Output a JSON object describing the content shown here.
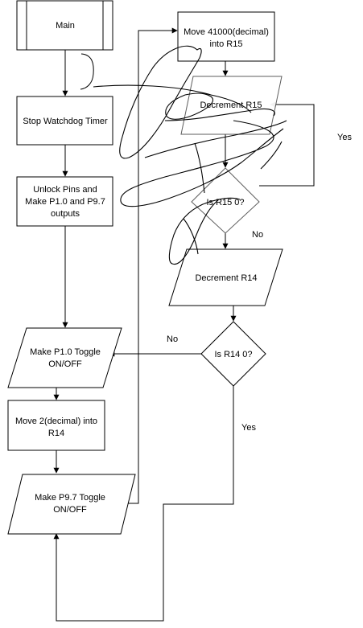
{
  "nodes": {
    "main": "Main",
    "stop_wdt": "Stop Watchdog Timer",
    "unlock_l1": "Unlock Pins and",
    "unlock_l2": "Make P1.0 and P9.7",
    "unlock_l3": "outputs",
    "toggle_p10_l1": "Make P1.0 Toggle",
    "toggle_p10_l2": "ON/OFF",
    "move2_l1": "Move 2(decimal) into",
    "move2_l2": "R14",
    "toggle_p97_l1": "Make P9.7 Toggle",
    "toggle_p97_l2": "ON/OFF",
    "move41000_l1": "Move 41000(decimal)",
    "move41000_l2": "into R15",
    "dec_r15": "Decrement R15",
    "is_r15": "Is R15 0?",
    "dec_r14": "Decrement R14",
    "is_r14": "Is R14 0?"
  },
  "edges": {
    "yes_r15": "Yes",
    "no_r15": "No",
    "no_r14": "No",
    "yes_r14": "Yes"
  },
  "colors": {
    "line": "#000000",
    "fill": "#ffffff"
  }
}
